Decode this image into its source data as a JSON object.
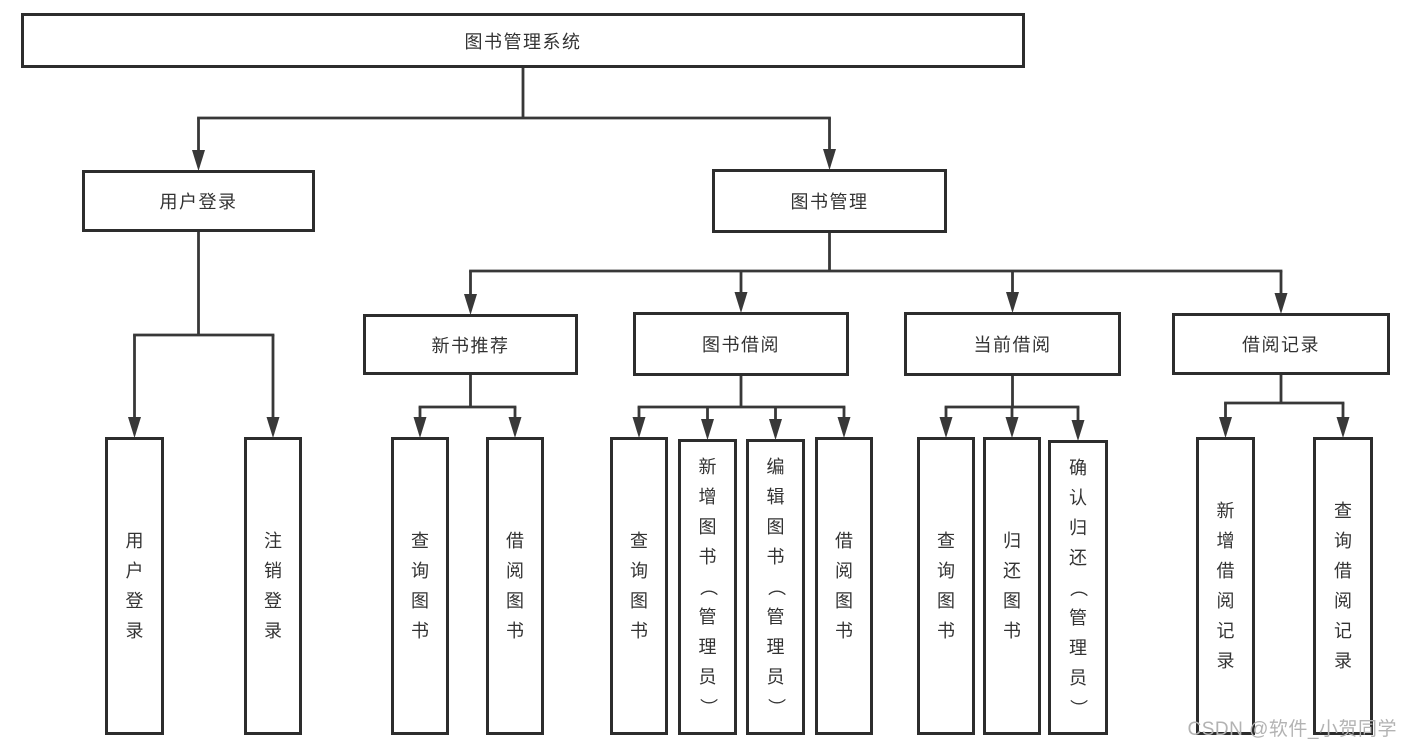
{
  "diagram": {
    "root": {
      "id": "library-system",
      "label": "图书管理系统",
      "children": [
        {
          "id": "user-login",
          "label": "用户登录",
          "children": [
            {
              "id": "leaf-user-login",
              "label": "用户登录"
            },
            {
              "id": "leaf-logout-login",
              "label": "注销登录"
            }
          ]
        },
        {
          "id": "book-management",
          "label": "图书管理",
          "children": [
            {
              "id": "new-book-recommendation",
              "label": "新书推荐",
              "children": [
                {
                  "id": "leaf-query-books-1",
                  "label": "查询图书"
                },
                {
                  "id": "leaf-borrow-books-1",
                  "label": "借阅图书"
                }
              ]
            },
            {
              "id": "book-borrowing",
              "label": "图书借阅",
              "children": [
                {
                  "id": "leaf-query-books-2",
                  "label": "查询图书"
                },
                {
                  "id": "leaf-add-books-admin",
                  "label": "新增图书（管理员）"
                },
                {
                  "id": "leaf-edit-books-admin",
                  "label": "编辑图书（管理员）"
                },
                {
                  "id": "leaf-borrow-books-2",
                  "label": "借阅图书"
                }
              ]
            },
            {
              "id": "current-borrowing",
              "label": "当前借阅",
              "children": [
                {
                  "id": "leaf-query-books-3",
                  "label": "查询图书"
                },
                {
                  "id": "leaf-return-books",
                  "label": "归还图书"
                },
                {
                  "id": "leaf-confirm-return-admin",
                  "label": "确认归还（管理员）"
                }
              ]
            },
            {
              "id": "borrowing-records",
              "label": "借阅记录",
              "children": [
                {
                  "id": "leaf-add-borrow-record",
                  "label": "新增借阅记录"
                },
                {
                  "id": "leaf-query-borrow-record",
                  "label": "查询借阅记录"
                }
              ]
            }
          ]
        }
      ]
    }
  },
  "watermark": "CSDN @软件_小贺同学",
  "colors": {
    "line": "#383838",
    "border": "#2d2d2d",
    "text": "#333333",
    "watermark": "#b3b3b3",
    "background": "#ffffff"
  }
}
